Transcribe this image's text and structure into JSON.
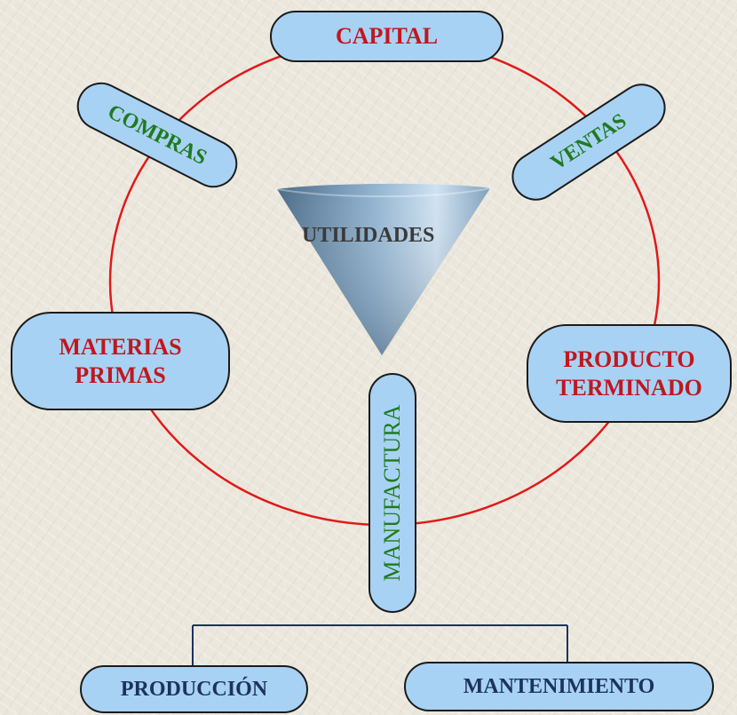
{
  "nodes": {
    "capital": "CAPITAL",
    "compras": "COMPRAS",
    "ventas": "VENTAS",
    "materias_primas": "MATERIAS PRIMAS",
    "producto_terminado": "PRODUCTO TERMINADO",
    "manufactura": "MANUFACTURA",
    "produccion": "PRODUCCIÓN",
    "mantenimiento": "MANTENIMIENTO"
  },
  "center": {
    "label": "UTILIDADES"
  },
  "colors": {
    "cycle_ring": "#e01a1a",
    "pill_fill": "#a8d2f4",
    "cycle_text": "#c0171f",
    "transition_text": "#1f7a1f",
    "sub_text": "#1c3260",
    "branch_line": "#1c3260"
  }
}
